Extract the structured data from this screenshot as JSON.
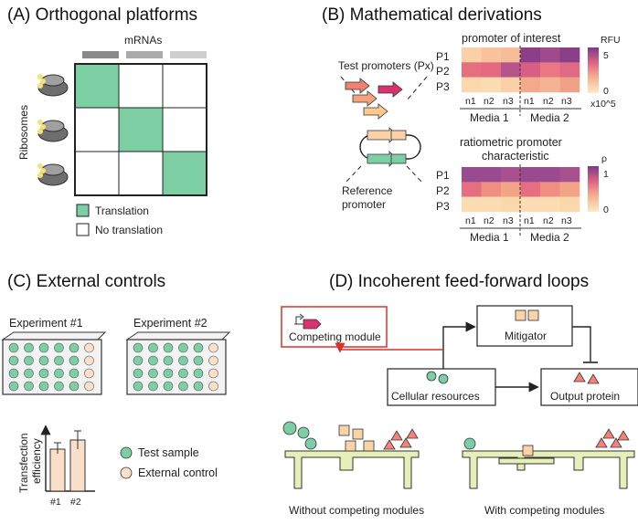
{
  "panelA": {
    "title": "(A) Orthogonal platforms",
    "col_label": "mRNAs",
    "row_label": "Ribosomes",
    "legend": {
      "translation": "Translation",
      "no_translation": "No translation"
    },
    "colors": {
      "translation": "#7ccfa4"
    }
  },
  "panelB": {
    "title": "(B) Mathematical derivations",
    "test_label": "Test promoters (Px)",
    "ref_label_1": "Reference",
    "ref_label_2": "promoter",
    "heat1": {
      "title": "promoter of interest",
      "cbar_label": "RFU",
      "cbar_max": "5",
      "cbar_min": "0",
      "cbar_scale": "x10^5",
      "rows": [
        "P1",
        "P2",
        "P3"
      ],
      "cols": [
        "n1",
        "n2",
        "n3",
        "n1",
        "n2",
        "n3"
      ],
      "media": [
        "Media 1",
        "Media 2"
      ],
      "cells": [
        [
          "#fad0a6",
          "#f9c49d",
          "#f7bd98",
          "#8a3f88",
          "#a04a8e",
          "#8a3f88"
        ],
        [
          "#e66f7e",
          "#e36a80",
          "#b8548c",
          "#d65f83",
          "#ea7781",
          "#de6b83"
        ],
        [
          "#fbd8ad",
          "#fcdcb2",
          "#fad0a6",
          "#f2a98c",
          "#f4b494",
          "#f0a287"
        ]
      ]
    },
    "heat2": {
      "title_1": "ratiometric promoter",
      "title_2": "characteristic",
      "cbar_label": "ρ",
      "cbar_max": "1",
      "cbar_min": "0",
      "rows": [
        "P1",
        "P2",
        "P3"
      ],
      "cols": [
        "n1",
        "n2",
        "n3",
        "n1",
        "n2",
        "n3"
      ],
      "media": [
        "Media 1",
        "Media 2"
      ],
      "cells": [
        [
          "#9a4a8e",
          "#9a4a8e",
          "#a9508f",
          "#9a4a8e",
          "#9a4a8e",
          "#a9508f"
        ],
        [
          "#e56f80",
          "#ef8f84",
          "#f3a487",
          "#e56f80",
          "#ef8f84",
          "#f3a487"
        ],
        [
          "#fcdcb2",
          "#fcdcb2",
          "#fbd7ac",
          "#fcdcb2",
          "#fcdcb2",
          "#fbd7ac"
        ]
      ]
    }
  },
  "panelC": {
    "title": "(C) External controls",
    "exp1": "Experiment #1",
    "exp2": "Experiment #2",
    "ylabel_1": "Transfection",
    "ylabel_2": "efficiency",
    "bars": [
      "#1",
      "#2"
    ],
    "legend_test": "Test sample",
    "legend_ext": "External control",
    "colors": {
      "test": "#7ccfa4",
      "external": "#fbe0c9"
    }
  },
  "panelD": {
    "title": "(D) Incoherent feed-forward loops",
    "competing": "Competing module",
    "mitigator": "Mitigator",
    "resources": "Cellular resources",
    "output": "Output protein",
    "without": "Without competing modules",
    "with": "With competing modules",
    "colors": {
      "competing_border": "#d9322b",
      "platform": "#e6efb7"
    }
  }
}
